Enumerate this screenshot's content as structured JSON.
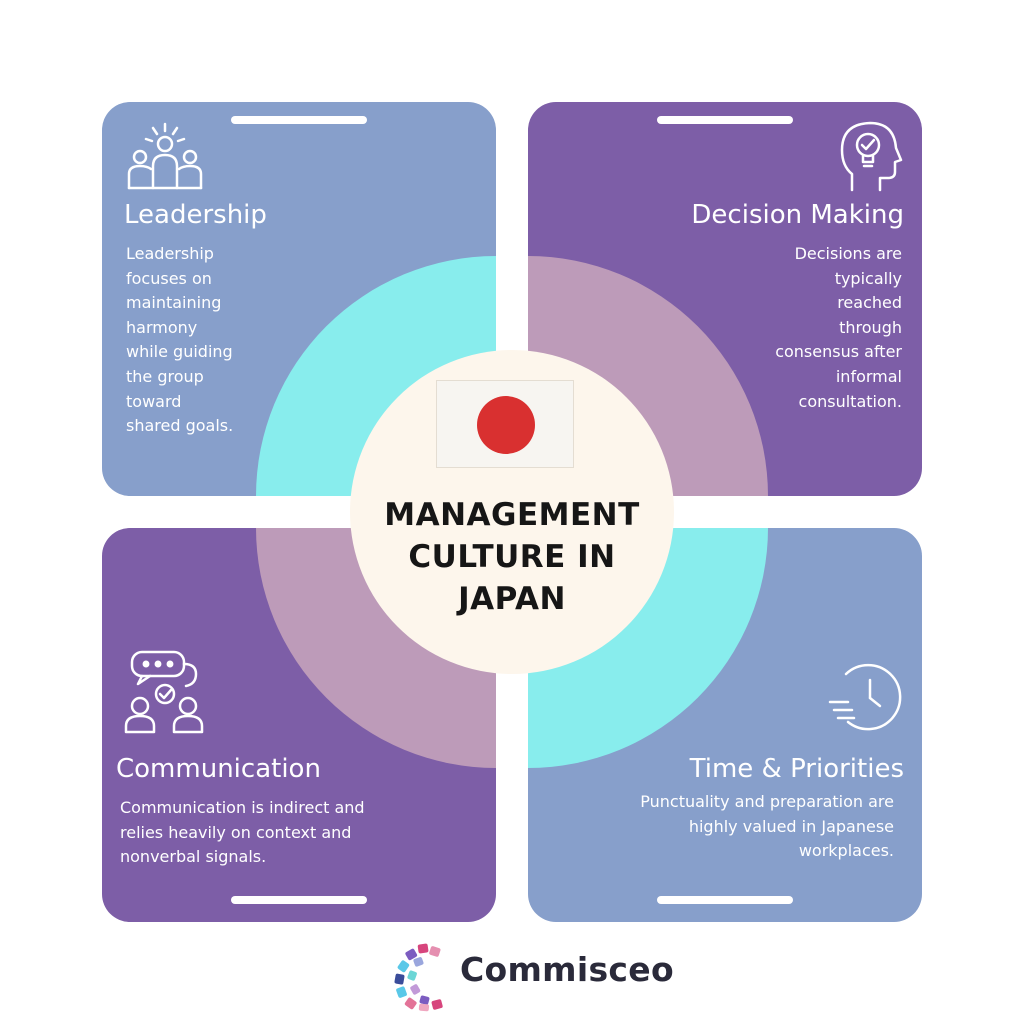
{
  "title": "MANAGEMENT CULTURE IN JAPAN",
  "cards": {
    "leadership": {
      "heading": "Leadership",
      "body": [
        "Leadership",
        "focuses on",
        "maintaining",
        "harmony",
        "while guiding",
        "the group",
        "toward",
        "shared goals."
      ],
      "icon": "team-leader-icon",
      "color": "#879fcb"
    },
    "decision": {
      "heading": "Decision Making",
      "body": [
        "Decisions are",
        "typically",
        "reached",
        "through",
        "consensus after",
        "informal",
        "consultation."
      ],
      "icon": "head-checkmark-icon",
      "color": "#7d5ea7"
    },
    "communication": {
      "heading": "Communication",
      "body": [
        "Communication is indirect and",
        "relies heavily on context and",
        "nonverbal signals."
      ],
      "icon": "conversation-icon",
      "color": "#7d5ea7"
    },
    "time": {
      "heading": "Time & Priorities",
      "body": [
        "Punctuality and preparation are",
        "highly valued in Japanese",
        "workplaces."
      ],
      "icon": "clock-icon",
      "color": "#879fcb"
    }
  },
  "flag": {
    "icon": "japan-flag-icon",
    "disc_color": "#d93030"
  },
  "brand": {
    "name": "Commisceo",
    "icon": "commisceo-logo-icon"
  },
  "colors": {
    "cyan_quadrant": "#88eded",
    "mauve_quadrant": "#bd9bb9",
    "center": "#fdf6ec"
  }
}
